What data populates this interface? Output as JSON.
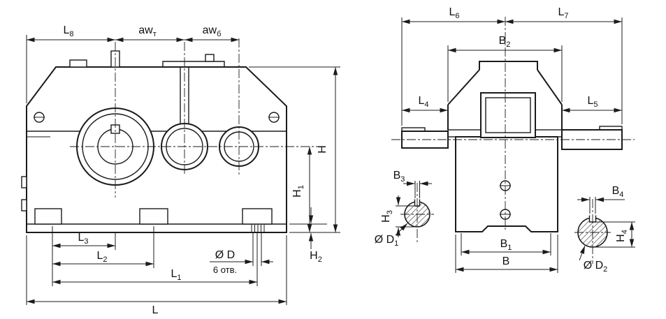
{
  "front": {
    "L8": {
      "m": "L",
      "s": "8"
    },
    "awt": {
      "m": "aw",
      "s": "т"
    },
    "awb": {
      "m": "aw",
      "s": "б"
    },
    "H": {
      "m": "H",
      "s": ""
    },
    "H1": {
      "m": "H",
      "s": "1"
    },
    "H2": {
      "m": "H",
      "s": "2"
    },
    "L3": {
      "m": "L",
      "s": "3"
    },
    "L2": {
      "m": "L",
      "s": "2"
    },
    "L1": {
      "m": "L",
      "s": "1"
    },
    "L": {
      "m": "L",
      "s": ""
    },
    "holeD": {
      "m": "Ø D",
      "s": ""
    },
    "holeCount": "6 отв."
  },
  "side": {
    "L6": {
      "m": "L",
      "s": "6"
    },
    "L7": {
      "m": "L",
      "s": "7"
    },
    "B2": {
      "m": "B",
      "s": "2"
    },
    "L4": {
      "m": "L",
      "s": "4"
    },
    "L5": {
      "m": "L",
      "s": "5"
    },
    "B3": {
      "m": "B",
      "s": "3"
    },
    "B4": {
      "m": "B",
      "s": "4"
    },
    "H3": {
      "m": "H",
      "s": "3"
    },
    "H4": {
      "m": "H",
      "s": "4"
    },
    "D1": {
      "m": "Ø D",
      "s": "1"
    },
    "D2": {
      "m": "Ø D",
      "s": "2"
    },
    "B1": {
      "m": "B",
      "s": "1"
    },
    "B": {
      "m": "B",
      "s": ""
    }
  },
  "colors": {
    "line": "#1b1b1b",
    "background": "#ffffff"
  }
}
